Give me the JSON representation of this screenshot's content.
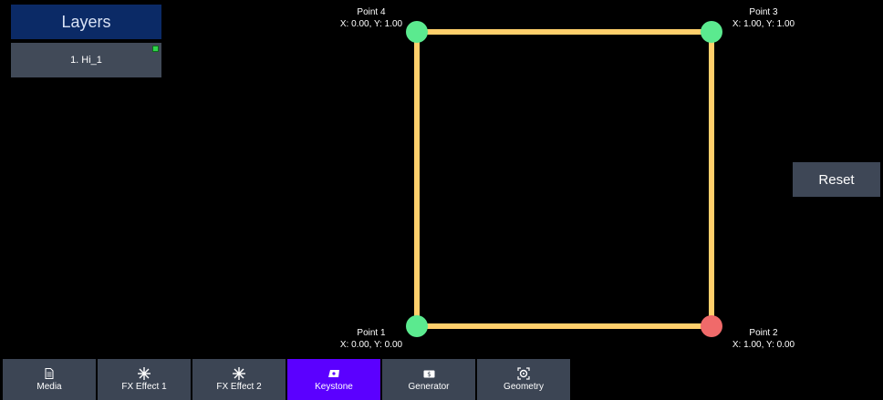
{
  "layers": {
    "title": "Layers",
    "items": [
      {
        "label": "1. Hi_1",
        "status_color": "#2fd44a"
      }
    ]
  },
  "keystone": {
    "edge_color": "#ffcf6b",
    "points": [
      {
        "name": "Point 1",
        "coords": "X: 0.00, Y: 0.00",
        "color": "#5bea8f"
      },
      {
        "name": "Point 2",
        "coords": "X: 1.00, Y: 0.00",
        "color": "#f06a6a"
      },
      {
        "name": "Point 3",
        "coords": "X: 1.00, Y: 1.00",
        "color": "#5bea8f"
      },
      {
        "name": "Point 4",
        "coords": "X: 0.00, Y: 1.00",
        "color": "#5bea8f"
      }
    ]
  },
  "reset_label": "Reset",
  "tabs": [
    {
      "label": "Media",
      "icon": "document-icon"
    },
    {
      "label": "FX Effect 1",
      "icon": "sparkle-icon"
    },
    {
      "label": "FX Effect 2",
      "icon": "sparkle-icon"
    },
    {
      "label": "Keystone",
      "icon": "keystone-icon",
      "active": true
    },
    {
      "label": "Generator",
      "icon": "generator-icon"
    },
    {
      "label": "Geometry",
      "icon": "geometry-icon"
    }
  ],
  "colors": {
    "active_tab": "#5b00ff",
    "tab_bg": "#3c4554",
    "layers_header_bg": "#0b2a66"
  }
}
